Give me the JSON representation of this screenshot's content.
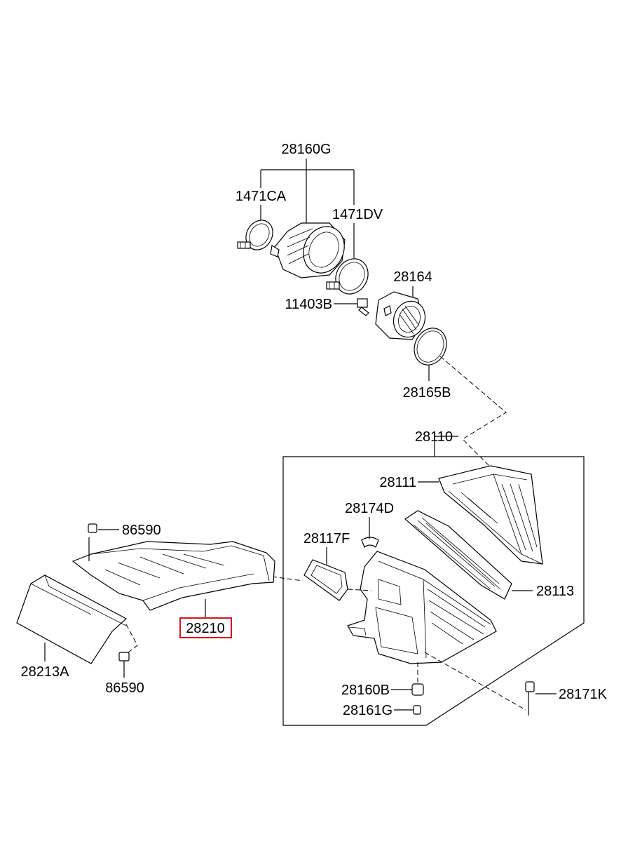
{
  "labels": {
    "l28160G": "28160G",
    "l1471CA": "1471CA",
    "l1471DV": "1471DV",
    "l28164": "28164",
    "l11403B": "11403B",
    "l28165B": "28165B",
    "l28110": "28110",
    "l28111": "28111",
    "l28174D": "28174D",
    "l28117F": "28117F",
    "l28113": "28113",
    "l86590_top": "86590",
    "l28210": "28210",
    "l28213A": "28213A",
    "l86590_bottom": "86590",
    "l28160B": "28160B",
    "l28161G": "28161G",
    "l28171K": "28171K"
  },
  "highlight": {
    "part": "28210",
    "color": "#d8141e"
  }
}
